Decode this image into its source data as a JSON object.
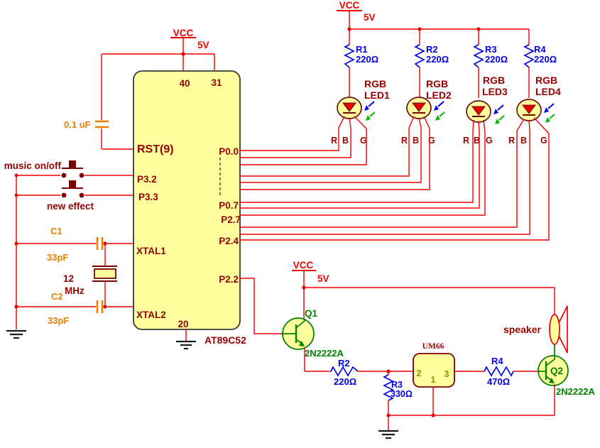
{
  "power": {
    "vcc": "VCC",
    "volt": "5V"
  },
  "mcu": {
    "part": "AT89C52",
    "pin_top_left": "40",
    "pin_top_right": "31",
    "pin_bottom": "20",
    "rst": "RST(9)",
    "p3_2": "P3.2",
    "p3_3": "P3.3",
    "xtal1": "XTAL1",
    "xtal2": "XTAL2",
    "p0_0": "P0.0",
    "p0_7": "P0.7",
    "p2_7": "P2.7",
    "p2_4": "P2.4",
    "p2_2": "P2.2"
  },
  "buttons": {
    "music": "music on/off",
    "effect": "new effect"
  },
  "reset_cap": {
    "value": "0.1 uF"
  },
  "oscillator": {
    "c1": "C1",
    "c1_val": "33pF",
    "c2": "C2",
    "c2_val": "33pF",
    "freq": "12",
    "freq_unit": "MHz"
  },
  "led_bank": {
    "rgb": "RGB",
    "pin_r": "R",
    "pin_b": "B",
    "pin_g": "G",
    "leds": [
      {
        "name": "LED1",
        "res_ref": "R1",
        "res_val": "220Ω"
      },
      {
        "name": "LED2",
        "res_ref": "R2",
        "res_val": "220Ω"
      },
      {
        "name": "LED3",
        "res_ref": "R3",
        "res_val": "220Ω"
      },
      {
        "name": "LED4",
        "res_ref": "R4",
        "res_val": "220Ω"
      }
    ]
  },
  "audio": {
    "q1_ref": "Q1",
    "q1_part": "2N2222A",
    "q2_ref": "Q2",
    "q2_part": "2N2222A",
    "r2_ref": "R2",
    "r2_val": "220Ω",
    "r3_ref": "R3",
    "r3_val": "330Ω",
    "r4_ref": "R4",
    "r4_val": "470Ω",
    "um66": "UM66",
    "um66_pin2": "2",
    "um66_pin1": "1",
    "um66_pin3": "3",
    "speaker": "speaker"
  },
  "colors": {
    "wire": "#f00000",
    "component_label": "#990000",
    "resistor_label": "#0000e8",
    "transistor_green": "#008000",
    "capacitor_orange": "#e88000",
    "ic_fill": "#ffff9e",
    "um66_pin_olive": "#9a8700"
  }
}
